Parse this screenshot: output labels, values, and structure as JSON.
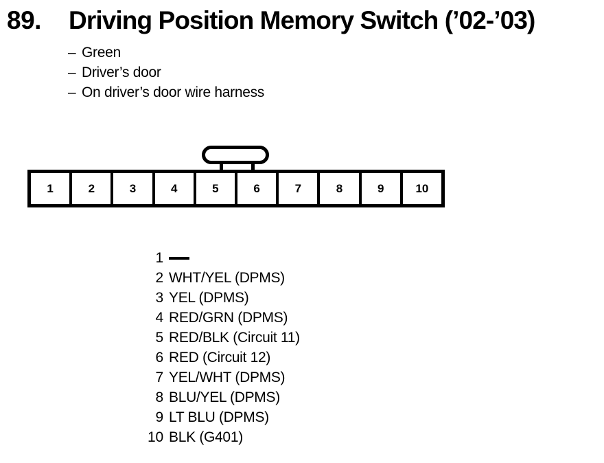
{
  "header": {
    "entry_number": "89.",
    "title": "Driving Position Memory Switch (’02-’03)"
  },
  "specs": {
    "dash": "–",
    "items": [
      {
        "text": "Green"
      },
      {
        "text": "Driver’s door"
      },
      {
        "text": "On driver’s door wire harness"
      }
    ]
  },
  "connector": {
    "pin_count": 10,
    "latch_name": "connector-latch",
    "pins": [
      {
        "number": "1"
      },
      {
        "number": "2"
      },
      {
        "number": "3"
      },
      {
        "number": "4"
      },
      {
        "number": "5"
      },
      {
        "number": "6"
      },
      {
        "number": "7"
      },
      {
        "number": "8"
      },
      {
        "number": "9"
      },
      {
        "number": "10"
      }
    ]
  },
  "legend": {
    "rows": [
      {
        "number": "1",
        "desc": ""
      },
      {
        "number": "2",
        "desc": "WHT/YEL (DPMS)"
      },
      {
        "number": "3",
        "desc": "YEL (DPMS)"
      },
      {
        "number": "4",
        "desc": "RED/GRN (DPMS)"
      },
      {
        "number": "5",
        "desc": "RED/BLK (Circuit 11)"
      },
      {
        "number": "6",
        "desc": "RED (Circuit 12)"
      },
      {
        "number": "7",
        "desc": "YEL/WHT (DPMS)"
      },
      {
        "number": "8",
        "desc": "BLU/YEL (DPMS)"
      },
      {
        "number": "9",
        "desc": "LT BLU (DPMS)"
      },
      {
        "number": "10",
        "desc": "BLK (G401)"
      }
    ]
  },
  "colors": {
    "ink": "#000000",
    "background": "#ffffff"
  }
}
